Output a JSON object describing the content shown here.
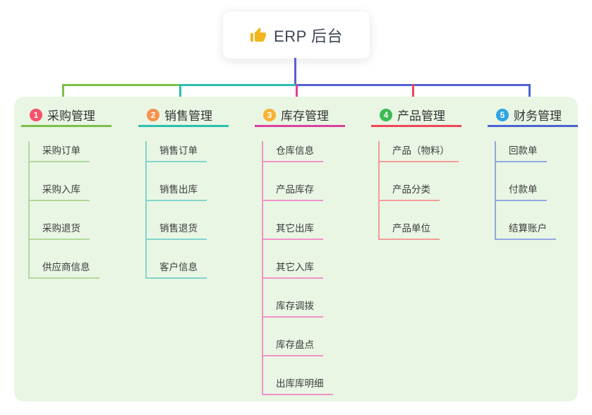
{
  "root": {
    "label": "ERP 后台",
    "icon": "thumbs-up-icon",
    "accent": "#5661d6",
    "icon_color": "#f2b51d"
  },
  "panel": {
    "background": "#e9f6e4"
  },
  "branches": [
    {
      "badge": "1",
      "title": "采购管理",
      "badge_color": "#f7516b",
      "color_strong": "#7cbf4a",
      "color_light": "#b2d99b",
      "items": [
        "采购订单",
        "采购入库",
        "采购退货",
        "供应商信息"
      ]
    },
    {
      "badge": "2",
      "title": "销售管理",
      "badge_color": "#f8914d",
      "color_strong": "#2bbfad",
      "color_light": "#82d6cb",
      "items": [
        "销售订单",
        "销售出库",
        "销售退货",
        "客户信息"
      ]
    },
    {
      "badge": "3",
      "title": "库存管理",
      "badge_color": "#f8b233",
      "color_strong": "#de3f9e",
      "color_light": "#f093c9",
      "items": [
        "仓库信息",
        "产品库存",
        "其它出库",
        "其它入库",
        "库存调拨",
        "库存盘点",
        "出库库明细"
      ]
    },
    {
      "badge": "4",
      "title": "产品管理",
      "badge_color": "#3cba55",
      "color_strong": "#ef4757",
      "color_light": "#f49d97",
      "items": [
        "产品（物料）",
        "产品分类",
        "产品单位"
      ]
    },
    {
      "badge": "5",
      "title": "财务管理",
      "badge_color": "#2da5e2",
      "color_strong": "#4a63d0",
      "color_light": "#93a8e3",
      "items": [
        "回款单",
        "付款单",
        "结算账户"
      ]
    }
  ]
}
